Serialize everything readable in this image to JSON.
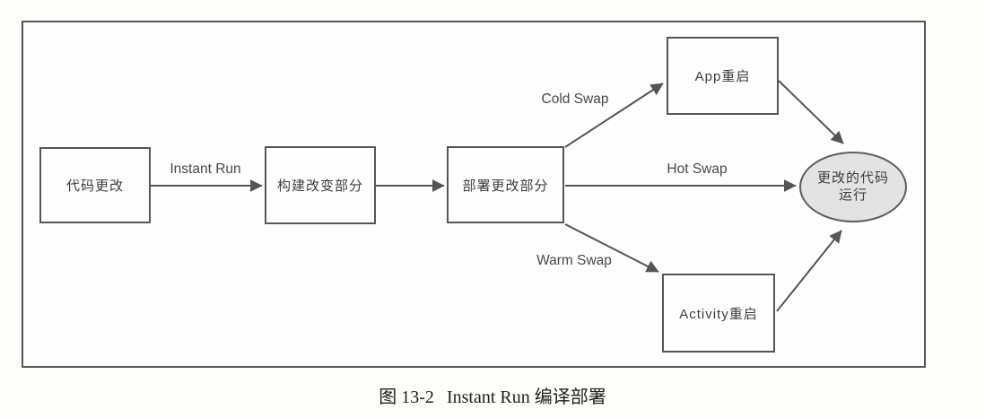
{
  "diagram": {
    "nodes": {
      "code_change": {
        "label": "代码更改"
      },
      "build_changed": {
        "label": "构建改变部分"
      },
      "deploy_changed": {
        "label": "部署更改部分"
      },
      "app_restart": {
        "label": "App重启"
      },
      "activity_restart": {
        "label": "Activity重启"
      },
      "changed_code_run": {
        "label_line1": "更改的代码",
        "label_line2": "运行"
      }
    },
    "edges": {
      "instant_run": "Instant Run",
      "cold_swap": "Cold Swap",
      "hot_swap": "Hot Swap",
      "warm_swap": "Warm Swap"
    },
    "colors": {
      "line": "#555555",
      "box_border": "#565656",
      "ellipse_fill": "#e3e3e3"
    }
  },
  "caption": {
    "figure_number": "图 13-2",
    "title": "Instant Run 编译部署"
  }
}
